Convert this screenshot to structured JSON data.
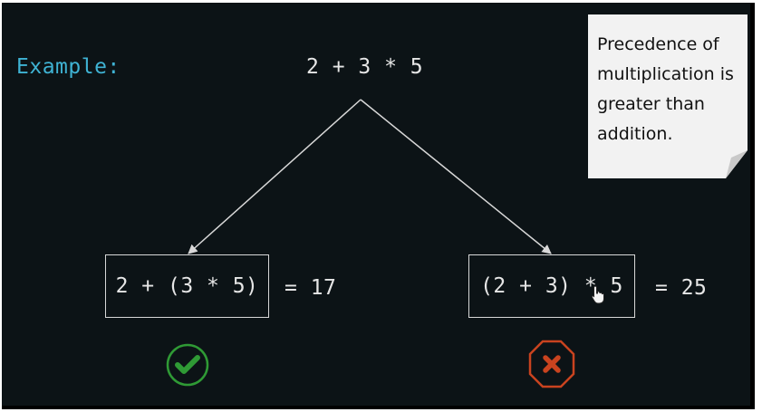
{
  "example_label": "Example:",
  "expression": "2 + 3 * 5",
  "left_option": {
    "expression": "2 + (3 * 5)",
    "result": "= 17",
    "verdict": "correct"
  },
  "right_option": {
    "expression": "(2 + 3) * 5",
    "result": "= 25",
    "verdict": "incorrect"
  },
  "note": {
    "lines": [
      "Precedence of",
      "multiplication is",
      "greater than",
      "addition."
    ]
  },
  "colors": {
    "background": "#0c1316",
    "label": "#3fb3d4",
    "text": "#e6e6e6",
    "correct": "#2f9a35",
    "incorrect": "#c9431f",
    "note_bg": "#f2f2f2"
  },
  "icons": {
    "correct": "check-circle-icon",
    "incorrect": "x-octagon-icon",
    "pointer": "hand-cursor-icon"
  }
}
